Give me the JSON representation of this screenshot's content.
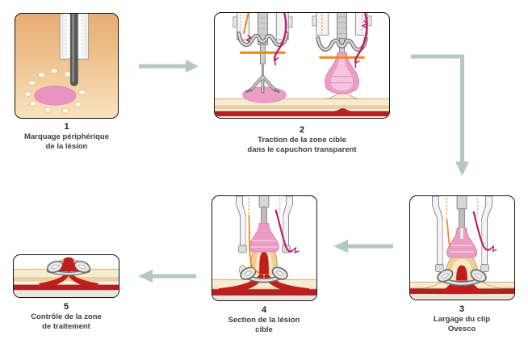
{
  "figure": {
    "kind": "procedure-steps-diagram",
    "steps": [
      {
        "number": "1",
        "caption_line1": "Marquage périphérique",
        "caption_line2": "de la lésion"
      },
      {
        "number": "2",
        "caption_line1": "Traction de la zone cible",
        "caption_line2": "dans le capuchon transparent"
      },
      {
        "number": "3",
        "caption_line1": "Largage du clip",
        "caption_line2": "Ovesco"
      },
      {
        "number": "4",
        "caption_line1": "Section de la lésion",
        "caption_line2": "cible"
      },
      {
        "number": "5",
        "caption_line1": "Contrôle de la zone",
        "caption_line2": "de traitement"
      }
    ],
    "arrows": [
      {
        "from": "1",
        "to": "2",
        "direction": "right"
      },
      {
        "from": "2",
        "to": "3",
        "direction": "right-then-down"
      },
      {
        "from": "3",
        "to": "4",
        "direction": "left"
      },
      {
        "from": "4",
        "to": "5",
        "direction": "left"
      }
    ],
    "colors": {
      "arrow": "#b4c7c1",
      "panel_border": "#161616",
      "lesion_pink": "#e892c0",
      "tissue_cream": "#f6ecd2",
      "tissue_tan": "#eccfa0",
      "tissue_red": "#b12023",
      "tissue_under": "#f2e3dc",
      "mound_tan": "#f0cf97",
      "wire_magenta": "#c11b6d",
      "instrument_orange": "#ef8b1d",
      "instrument_gray": "#6d6d6d",
      "skin_gradient_top": "#e7ac74",
      "skin_gradient_bottom": "#f8e3bf",
      "caption_text": "#3d3d3d"
    }
  }
}
